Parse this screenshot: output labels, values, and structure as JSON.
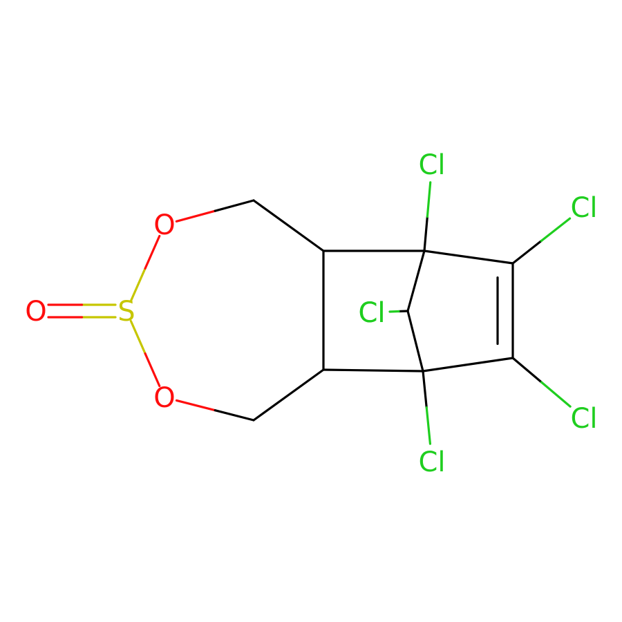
{
  "molecule": {
    "atoms": [
      {
        "id": "O1",
        "element": "O",
        "label": "O"
      },
      {
        "id": "S",
        "element": "S",
        "label": "S"
      },
      {
        "id": "O2",
        "element": "O",
        "label": "O"
      },
      {
        "id": "O3",
        "element": "O",
        "label": "O"
      },
      {
        "id": "C1",
        "element": "C",
        "label": ""
      },
      {
        "id": "C2",
        "element": "C",
        "label": ""
      },
      {
        "id": "C3",
        "element": "C",
        "label": ""
      },
      {
        "id": "C4",
        "element": "C",
        "label": ""
      },
      {
        "id": "C5",
        "element": "C",
        "label": ""
      },
      {
        "id": "C6",
        "element": "C",
        "label": ""
      },
      {
        "id": "C7",
        "element": "C",
        "label": ""
      },
      {
        "id": "C8",
        "element": "C",
        "label": ""
      },
      {
        "id": "C9",
        "element": "C",
        "label": ""
      },
      {
        "id": "Cl1",
        "element": "Cl",
        "label": "Cl"
      },
      {
        "id": "Cl2",
        "element": "Cl",
        "label": "Cl"
      },
      {
        "id": "Cl3",
        "element": "Cl",
        "label": "Cl"
      },
      {
        "id": "Cl4",
        "element": "Cl",
        "label": "Cl"
      },
      {
        "id": "Cl5",
        "element": "Cl",
        "label": "Cl"
      },
      {
        "id": "Cl6",
        "element": "Cl",
        "label": "Cl"
      }
    ],
    "colors": {
      "C": "#000000",
      "O": "#ff0d0d",
      "S": "#c6c600",
      "Cl": "#1fce1f"
    }
  }
}
